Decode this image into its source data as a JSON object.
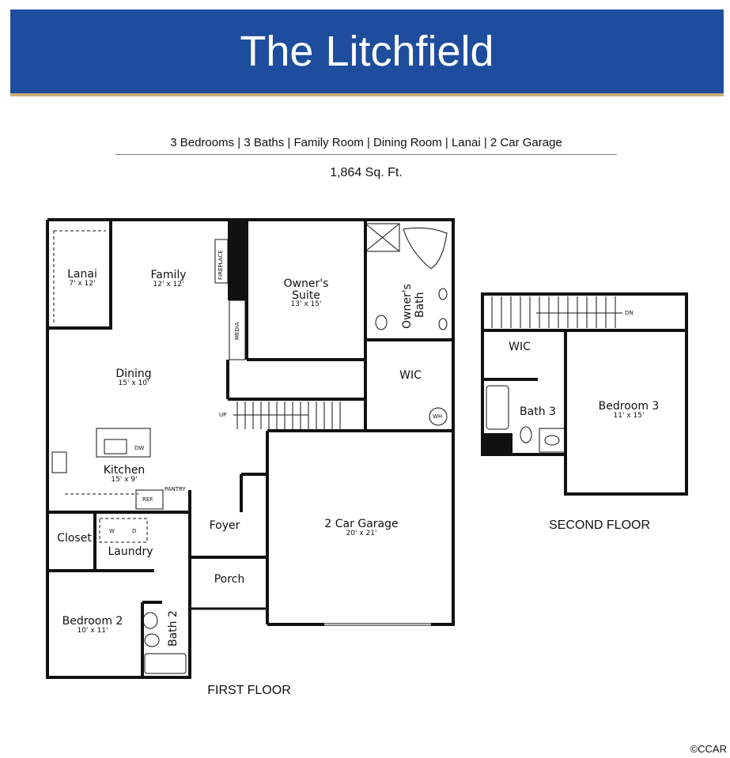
{
  "header": {
    "title": "The Litchfield",
    "color": "#1f4d9e",
    "accent": "#c9ad72"
  },
  "summary": {
    "features": "3 Bedrooms | 3 Baths | Family Room | Dining Room | Lanai | 2 Car Garage",
    "sqft": "1,864 Sq. Ft."
  },
  "first_floor": {
    "title": "FIRST FLOOR",
    "rooms": {
      "lanai": {
        "name": "Lanai",
        "dims": "7' x 12'"
      },
      "family": {
        "name": "Family",
        "dims": "12' x 12'"
      },
      "owners_suite": {
        "name": "Owner's\nSuite",
        "name_l1": "Owner's",
        "name_l2": "Suite",
        "dims": "13' x 15'"
      },
      "owners_bath": {
        "name": "Owner's Bath",
        "name_l1": "Owner's",
        "name_l2": "Bath"
      },
      "wic": {
        "name": "WIC"
      },
      "dining": {
        "name": "Dining",
        "dims": "15' x 10'"
      },
      "kitchen": {
        "name": "Kitchen",
        "dims": "15' x 9'"
      },
      "garage": {
        "name": "2 Car Garage",
        "dims": "20' x 21'"
      },
      "foyer": {
        "name": "Foyer"
      },
      "porch": {
        "name": "Porch"
      },
      "closet": {
        "name": "Closet"
      },
      "laundry": {
        "name": "Laundry"
      },
      "bedroom2": {
        "name": "Bedroom 2",
        "dims": "10' x 11'"
      },
      "bath2": {
        "name": "Bath 2"
      }
    },
    "fixtures": {
      "fireplace": "FIREPLACE",
      "media": "MEDIA",
      "up": "UP",
      "dw": "DW",
      "ref": "REF.",
      "pantry": "PANTRY",
      "washer": "W",
      "dryer": "D",
      "water_heater": "WH"
    }
  },
  "second_floor": {
    "title": "SECOND FLOOR",
    "rooms": {
      "wic": {
        "name": "WIC"
      },
      "bath3": {
        "name": "Bath 3"
      },
      "bedroom3": {
        "name": "Bedroom 3",
        "dims": "11' x 15'"
      }
    },
    "fixtures": {
      "dn": "DN"
    }
  },
  "watermark": "©CCAR"
}
